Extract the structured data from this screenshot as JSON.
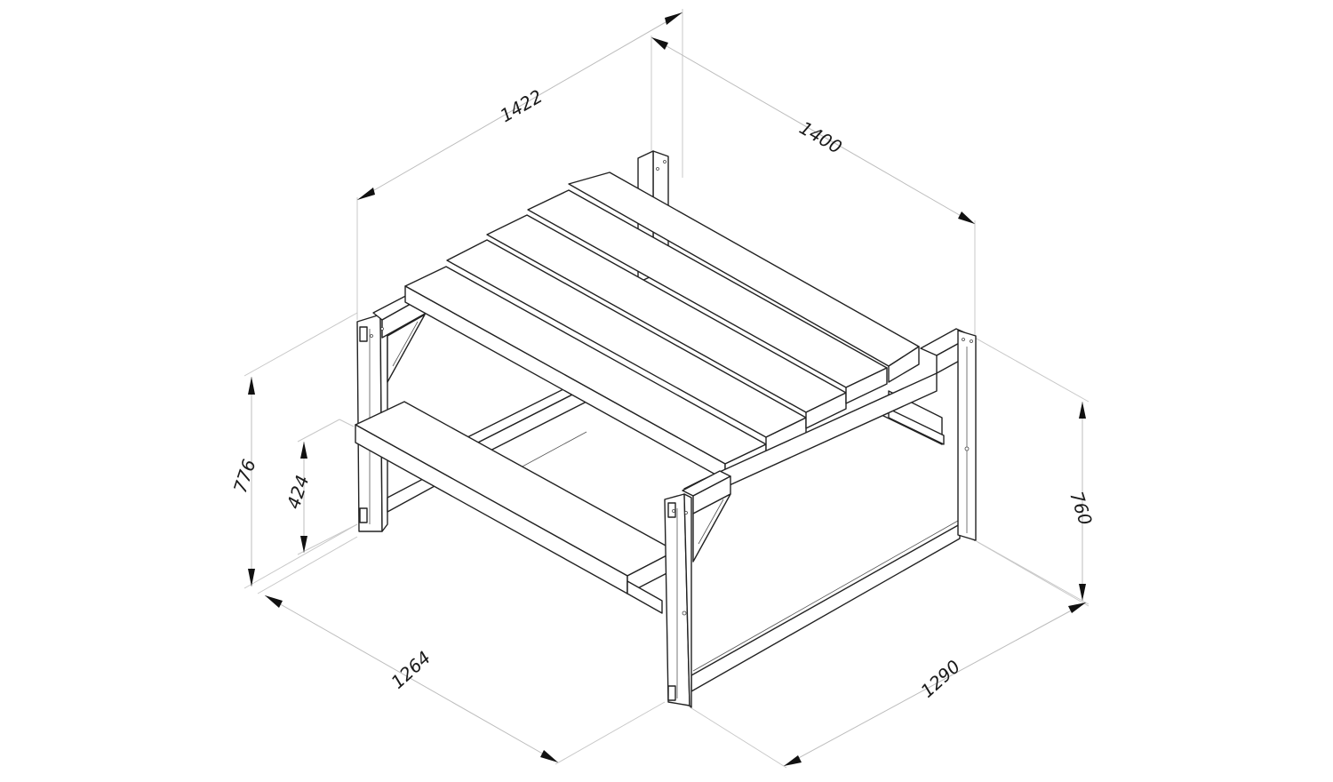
{
  "drawing": {
    "type": "isometric technical drawing",
    "subject": "picnic table / bench frame",
    "line_color": "#222222",
    "dimension_line_color": "#bdbdbd",
    "background": "#ffffff"
  },
  "dimensions": {
    "top_left_width": "1422",
    "top_right_depth": "1400",
    "left_overall_height": "776",
    "left_seat_height": "424",
    "right_height": "760",
    "bottom_left_width": "1264",
    "bottom_right_depth": "1290"
  },
  "components": {
    "top_slats": 5,
    "seat_boards": 1,
    "legs": 4
  }
}
